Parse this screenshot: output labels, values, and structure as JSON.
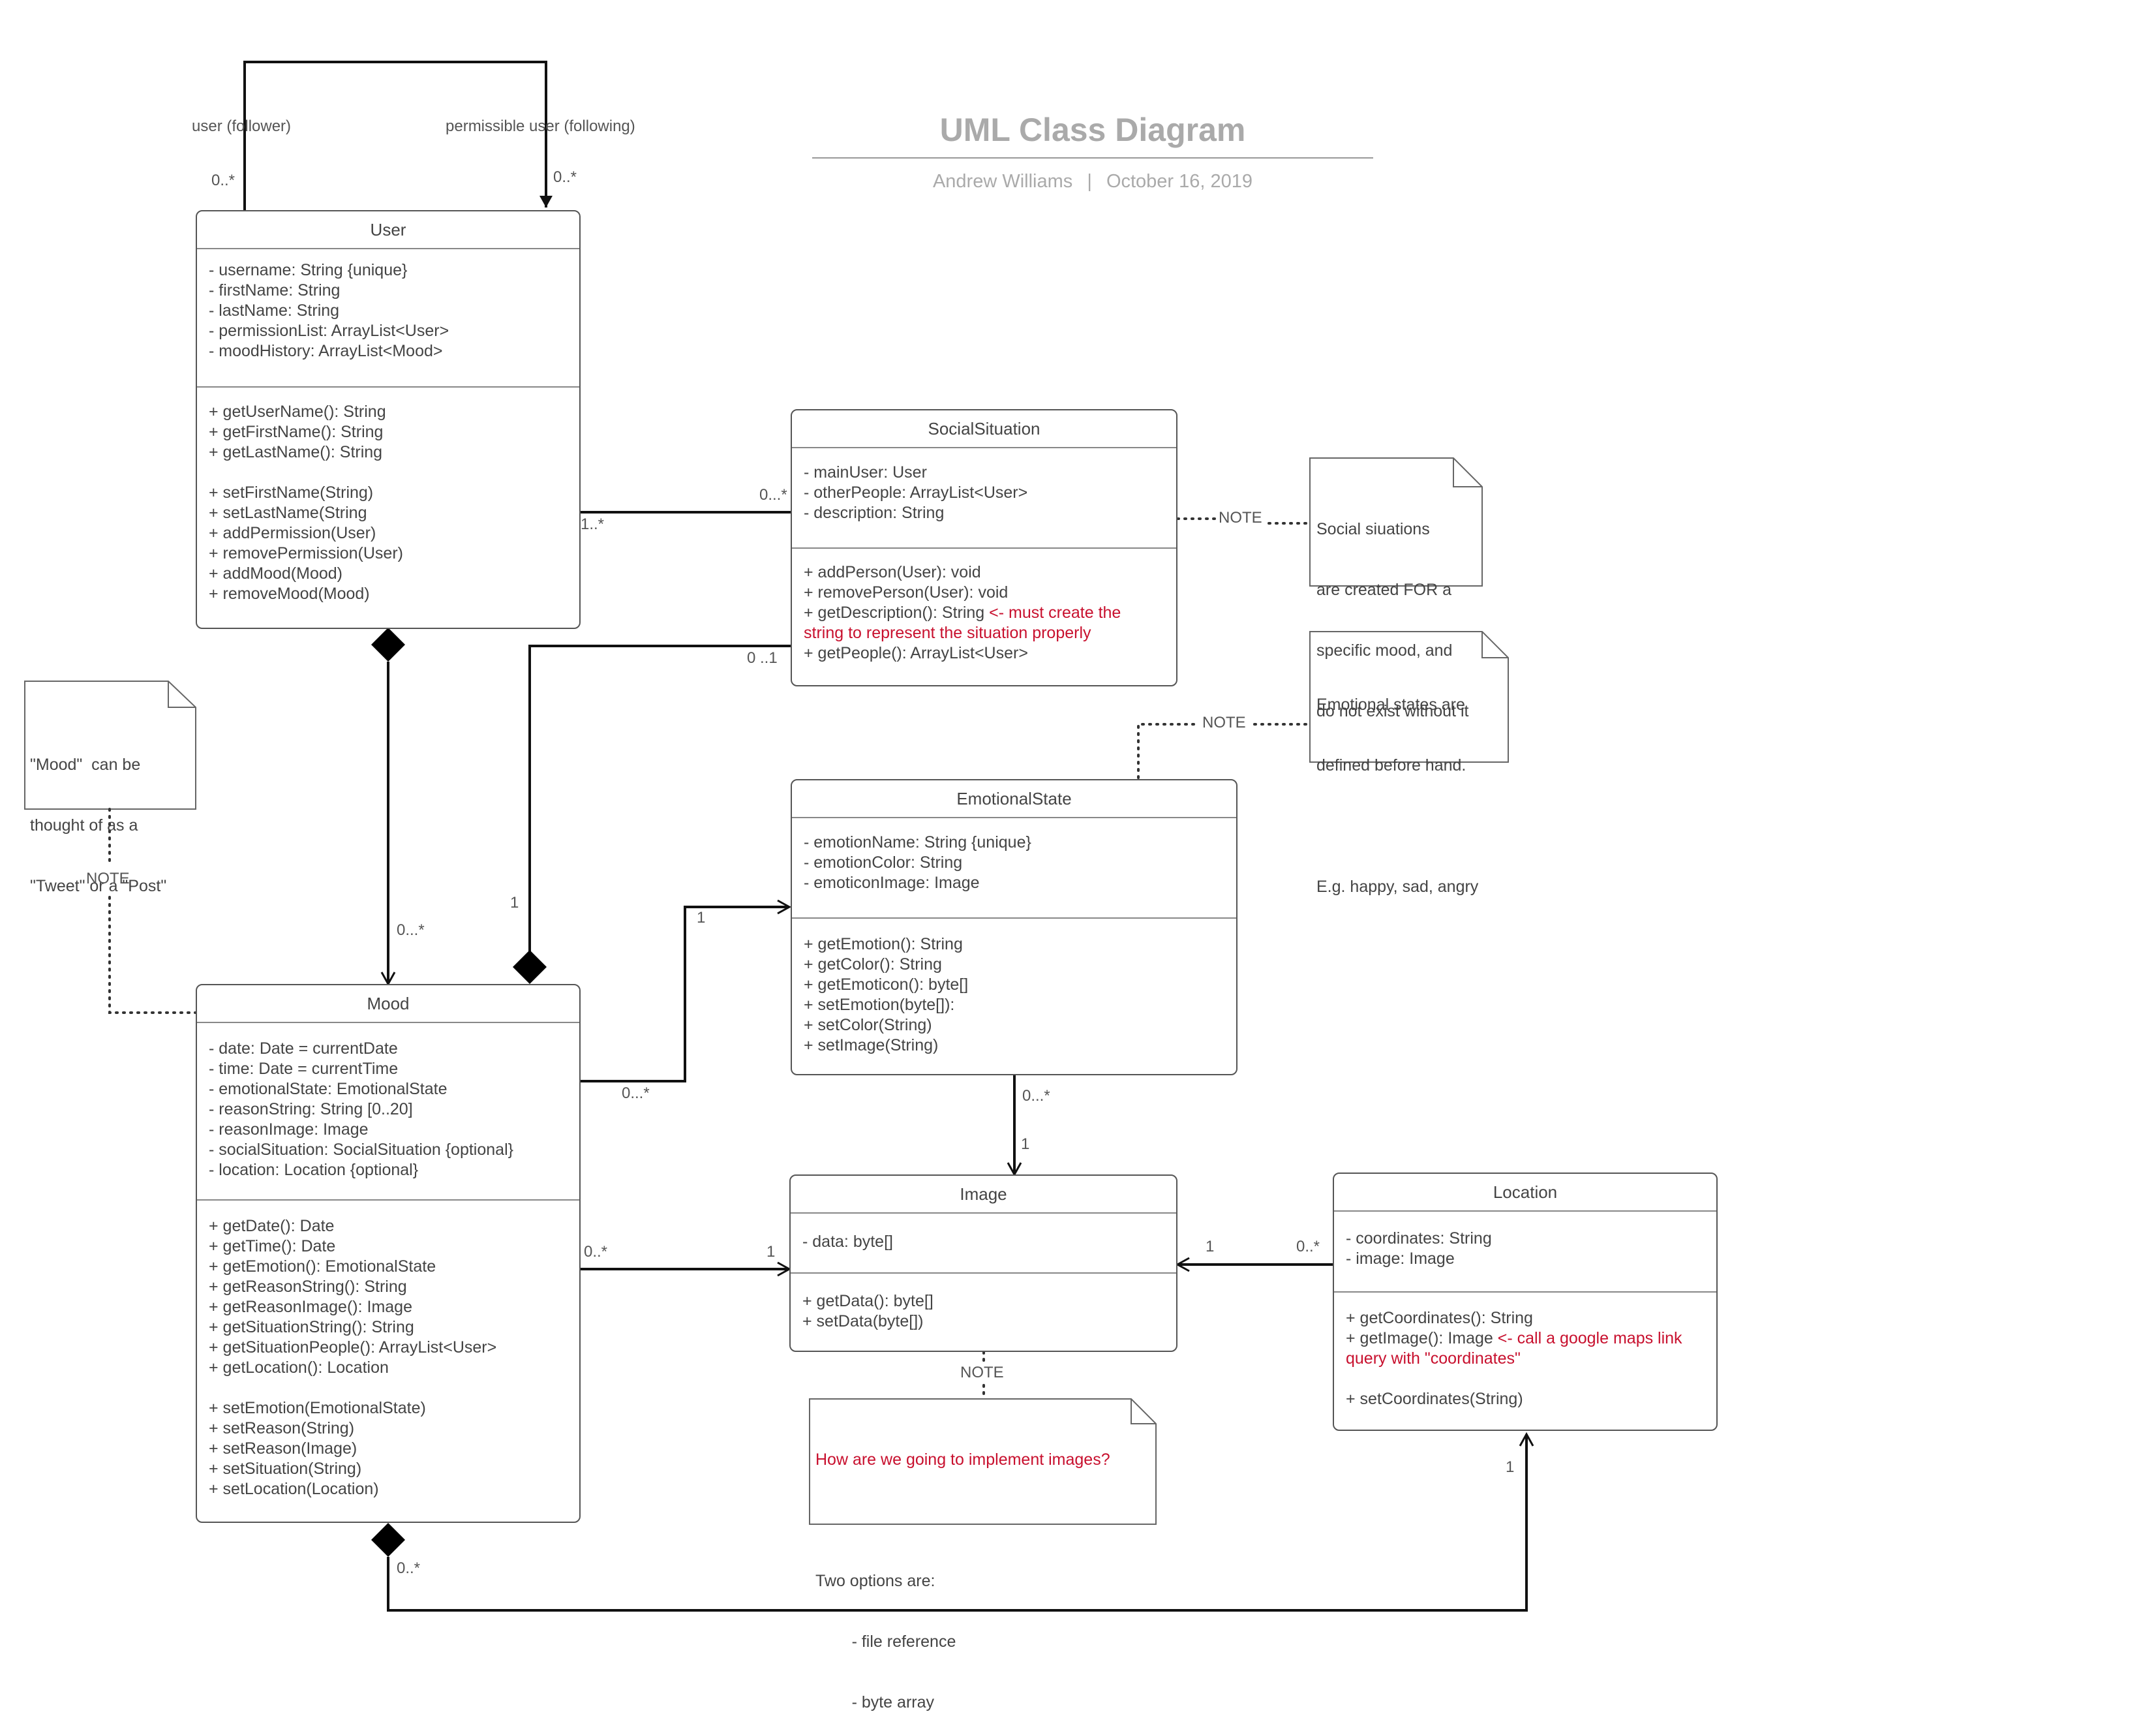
{
  "header": {
    "title": "UML Class Diagram",
    "author": "Andrew Williams",
    "separator": "|",
    "date": "October 16, 2019"
  },
  "classes": {
    "user": {
      "name": "User",
      "attributes": [
        "- username: String {unique}",
        "- firstName: String",
        "- lastName: String",
        "- permissionList: ArrayList<User>",
        "- moodHistory: ArrayList<Mood>"
      ],
      "methods": [
        "+ getUserName(): String",
        "+ getFirstName(): String",
        "+ getLastName(): String",
        "",
        "+ setFirstName(String)",
        "+ setLastName(String",
        "+ addPermission(User)",
        "+ removePermission(User)",
        "+ addMood(Mood)",
        "+ removeMood(Mood)"
      ]
    },
    "social": {
      "name": "SocialSituation",
      "attributes": [
        "- mainUser: User",
        "- otherPeople: ArrayList<User>",
        "- description: String"
      ],
      "methods": [
        "+ addPerson(User): void",
        "+ removePerson(User): void",
        "+ getDescription(): String ",
        "<- must create the",
        "string to represent the situation properly",
        "+ getPeople(): ArrayList<User>"
      ]
    },
    "emotional": {
      "name": "EmotionalState",
      "attributes": [
        "- emotionName: String {unique}",
        "- emotionColor: String",
        "- emoticonImage: Image"
      ],
      "methods": [
        "+ getEmotion(): String",
        "+ getColor(): String",
        "+ getEmoticon(): byte[]",
        "+ setEmotion(byte[]):",
        "+ setColor(String)",
        "+ setImage(String)"
      ]
    },
    "mood": {
      "name": "Mood",
      "attributes": [
        "- date: Date = currentDate",
        "- time: Date = currentTime",
        "- emotionalState: EmotionalState",
        "- reasonString: String [0..20]",
        "- reasonImage: Image",
        "- socialSituation: SocialSituation {optional}",
        "- location: Location {optional}"
      ],
      "methods": [
        "+ getDate():  Date",
        "+ getTime(): Date",
        "+ getEmotion(): EmotionalState",
        "+ getReasonString(): String",
        "+ getReasonImage(): Image",
        "+ getSituationString(): String",
        "+ getSituationPeople(): ArrayList<User>",
        "+ getLocation(): Location",
        "",
        "+ setEmotion(EmotionalState)",
        "+ setReason(String)",
        "+ setReason(Image)",
        "+ setSituation(String)",
        "+ setLocation(Location)"
      ]
    },
    "image": {
      "name": "Image",
      "attributes": [
        "- data: byte[]"
      ],
      "methods": [
        "+ getData(): byte[]",
        "+ setData(byte[])"
      ]
    },
    "location": {
      "name": "Location",
      "attributes": [
        "- coordinates: String",
        "- image: Image"
      ],
      "methods": [
        "+ getCoordinates(): String",
        "+ getImage(): Image ",
        "<- call a google maps link",
        "query with \"coordinates\"",
        "",
        "+ setCoordinates(String)"
      ]
    }
  },
  "notes": {
    "social": [
      "Social siuations",
      "are created FOR a",
      "specific mood, and",
      "do not exist without it"
    ],
    "emotional": [
      "Emotional states are",
      "defined before hand.",
      "",
      "E.g. happy, sad, angry"
    ],
    "mood": [
      "\"Mood\"  can be",
      "thought of as a",
      "\"Tweet\" or a \"Post\""
    ],
    "image": [
      "How are we going to implement images?",
      "",
      "Two options are:",
      "        - file reference",
      "        - byte array"
    ],
    "link_label": "NOTE"
  },
  "labels": {
    "user_follower": "user (follower)",
    "permissible_user": "permissible user (following)",
    "follower_mult": "0..*",
    "following_mult": "0..*",
    "user_social_user": "1..*",
    "user_social_social": "0...*",
    "social_mood_social": "0 ..1",
    "social_mood_mood": "1",
    "user_mood_mood": "0...*",
    "mood_emotion_mood": "0...*",
    "mood_emotion_emotion": "1",
    "emotion_image_emotion": "0...*",
    "emotion_image_image": "1",
    "mood_image_mood": "0..*",
    "mood_image_image": "1",
    "location_image_image": "1",
    "location_image_location": "0..*",
    "mood_location_mood": "0..*",
    "mood_location_location": "1"
  }
}
